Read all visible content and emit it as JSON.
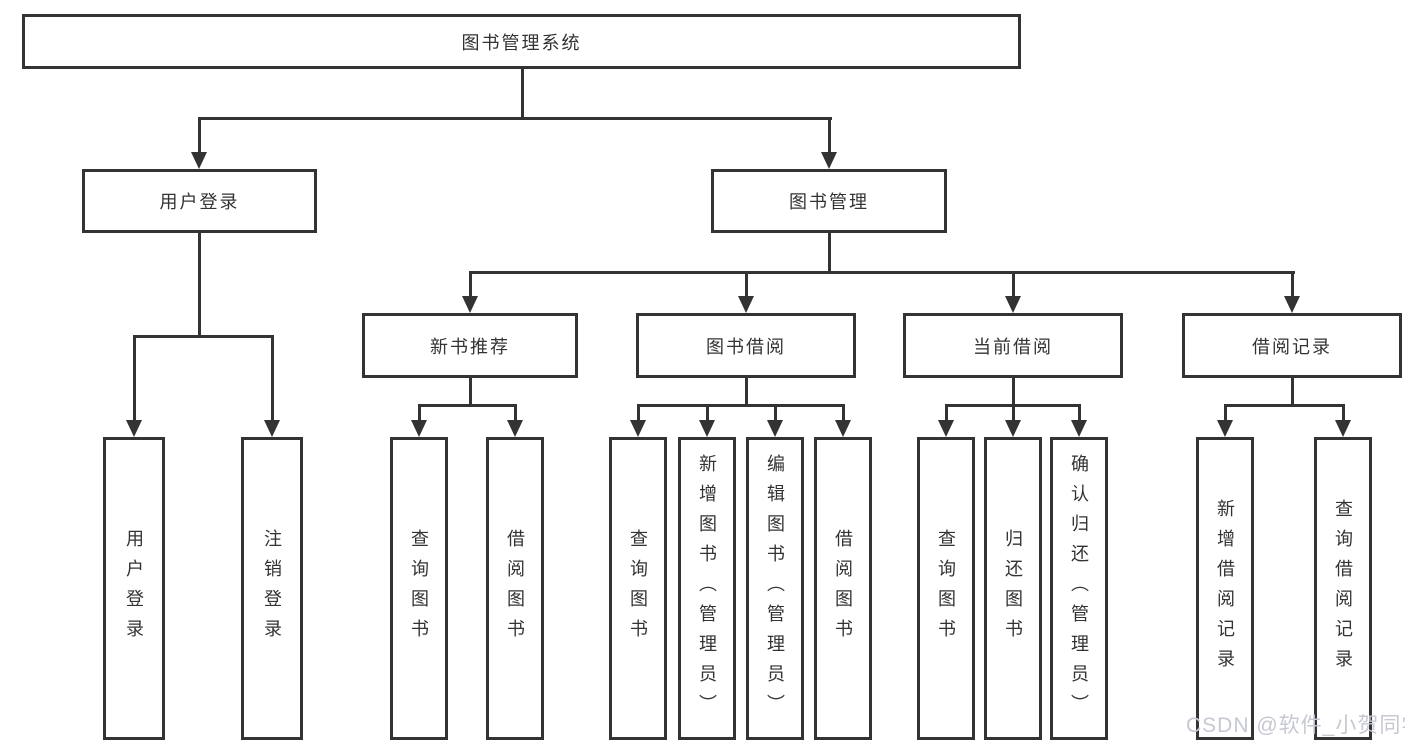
{
  "colors": {
    "line": "#333333",
    "box_border": "#333333",
    "text": "#333333",
    "watermark": "#c6c8d2"
  },
  "tree": {
    "root": {
      "label": "图书管理系统"
    },
    "user_login": {
      "label": "用户登录",
      "children": [
        {
          "label": "用户登录"
        },
        {
          "label": "注销登录"
        }
      ]
    },
    "book_mgmt": {
      "label": "图书管理",
      "sections": [
        {
          "label": "新书推荐",
          "children": [
            {
              "label": "查询图书"
            },
            {
              "label": "借阅图书"
            }
          ]
        },
        {
          "label": "图书借阅",
          "children": [
            {
              "label": "查询图书"
            },
            {
              "label": "新增图书（管理员）"
            },
            {
              "label": "编辑图书（管理员）"
            },
            {
              "label": "借阅图书"
            }
          ]
        },
        {
          "label": "当前借阅",
          "children": [
            {
              "label": "查询图书"
            },
            {
              "label": "归还图书"
            },
            {
              "label": "确认归还（管理员）"
            }
          ]
        },
        {
          "label": "借阅记录",
          "children": [
            {
              "label": "新增借阅记录"
            },
            {
              "label": "查询借阅记录"
            }
          ]
        }
      ]
    }
  },
  "watermark": {
    "text": "CSDN @软件_小贺同学"
  }
}
